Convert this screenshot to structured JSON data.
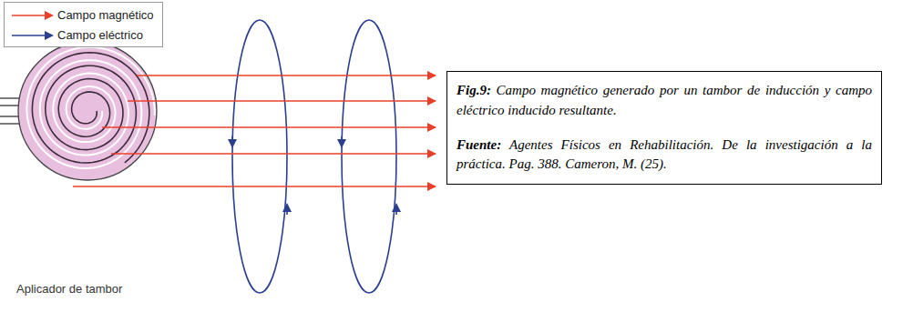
{
  "diagram": {
    "nodes": [
      {
        "text": [
          "Fig.9: Campo magnético generado por un tambor de inducción y campo eléctrico inducido resultante.",
          "Fuente: Agentes Físicos en Rehabilitación. De la investigación a la práctica. Pag. 388. Cameron, M. (25)."
        ]
      }
    ],
    "labels": [
      "Aplicador de tambor"
    ],
    "legend": [
      {
        "text": "Campo magnético"
      },
      {
        "text": "Campo eléctrico"
      }
    ]
  }
}
